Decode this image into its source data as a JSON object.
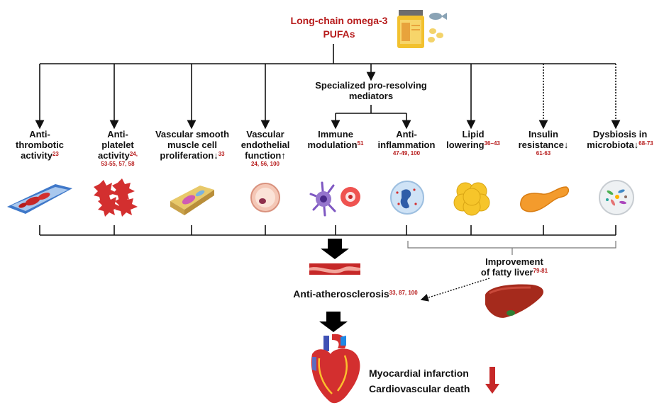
{
  "title": {
    "line1": "Long-chain  omega-3",
    "line2": "PUFAs"
  },
  "spm": {
    "line1": "Specialized pro-resolving",
    "line2": "mediators"
  },
  "effects": [
    {
      "id": "antithrombotic",
      "lines": [
        "Anti-",
        "thrombotic",
        "activity"
      ],
      "ref": "23"
    },
    {
      "id": "antiplatelet",
      "lines": [
        "Anti-",
        "platelet",
        "activity"
      ],
      "ref": "24,",
      "ref2": "53-55, 57, 58"
    },
    {
      "id": "vsmc",
      "lines": [
        "Vascular smooth",
        "muscle cell",
        "proliferation"
      ],
      "arrow": "↓",
      "ref": "33"
    },
    {
      "id": "endothelial",
      "lines": [
        "Vascular",
        "endothelial",
        "function"
      ],
      "arrow": "↑",
      "ref2": "24, 56, 100"
    },
    {
      "id": "immune",
      "lines": [
        "Immune",
        "modulation"
      ],
      "ref": "51"
    },
    {
      "id": "antiinflammation",
      "lines": [
        "Anti-",
        "inflammation"
      ],
      "ref2": "47-49, 100"
    },
    {
      "id": "lipid",
      "lines": [
        "Lipid",
        "lowering"
      ],
      "ref": "36–43"
    },
    {
      "id": "insulin",
      "lines": [
        "Insulin",
        "resistance"
      ],
      "arrow": "↓",
      "ref2": "61-63"
    },
    {
      "id": "dysbiosis",
      "lines": [
        "Dysbiosis in",
        "microbiota"
      ],
      "arrow": "↓",
      "ref": "68-73"
    }
  ],
  "fatty_liver": {
    "line1": "Improvement",
    "line2": "of fatty liver",
    "ref": "79-81"
  },
  "atherosclerosis": {
    "label": "Anti-atherosclerosis",
    "ref": "33,  87, 100"
  },
  "outcomes": {
    "line1": "Myocardial infarction",
    "line2": "Cardiovascular  death"
  },
  "icons": {
    "supplement": "supplement-bottle-fish-icon",
    "thrombus": "blood-vessel-thrombus-icon",
    "platelets": "platelets-icon",
    "smooth_muscle": "smooth-muscle-cell-icon",
    "endothelial_cell": "endothelial-cell-icon",
    "immune_cells": "immune-cells-icon",
    "neutrophil": "neutrophil-icon",
    "lipid_droplets": "lipid-droplets-icon",
    "pancreas": "pancreas-icon",
    "microbiota": "microbiota-petri-dish-icon",
    "artery": "artery-icon",
    "liver": "liver-icon",
    "heart": "heart-icon",
    "down_arrow": "red-down-arrow-icon"
  },
  "colors": {
    "reference_red": "#b71c1c",
    "text": "#111111",
    "liver": "#a52a1c",
    "heart": "#d32f2f"
  }
}
